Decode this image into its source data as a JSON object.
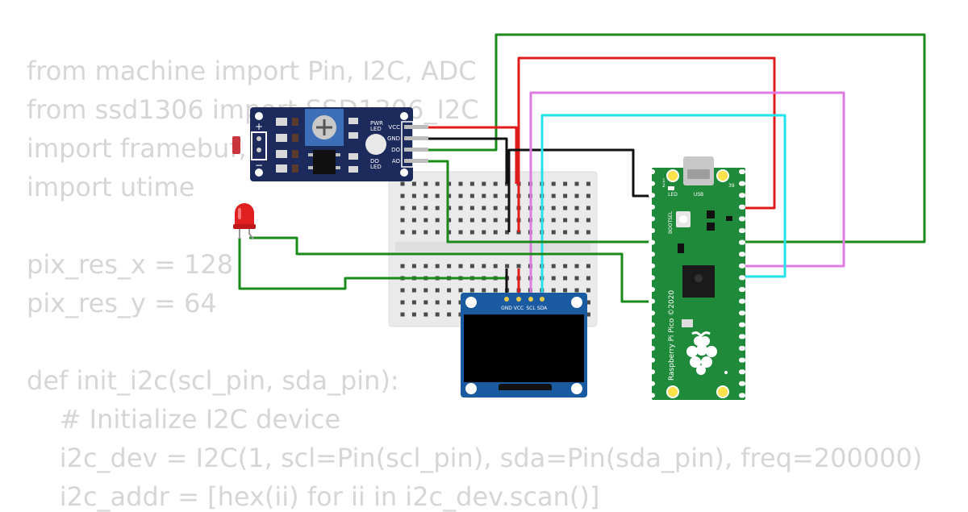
{
  "code_lines": [
    "from machine import Pin, I2C, ADC",
    "from ssd1306 import SSD1306_I2C",
    "import framebuf, sys",
    "import utime",
    "",
    "pix_res_x = 128",
    "pix_res_y = 64",
    "",
    "def init_i2c(scl_pin, sda_pin):",
    "    # Initialize I2C device",
    "    i2c_dev = I2C(1, scl=Pin(scl_pin), sda=Pin(sda_pin), freq=200000)",
    "    i2c_addr = [hex(ii) for ii in i2c_dev.scan()]"
  ],
  "sensor": {
    "pin_labels": [
      "VCC",
      "GND",
      "DO",
      "AO"
    ],
    "pwr_led": [
      "PWR",
      "LED"
    ],
    "do_led": [
      "DO",
      "LED"
    ],
    "plus": "+",
    "minus": "−"
  },
  "oled": {
    "pin_labels": [
      "GND",
      "VCC",
      "SCL",
      "SDA"
    ]
  },
  "pico": {
    "board_text": "Raspberry Pi Pico ©2020",
    "led_label": "LED",
    "usb_label": "USB",
    "bootsel_label": "BOOTSEL",
    "pin1": "1",
    "pin2": "2",
    "pin39": "39"
  },
  "colors": {
    "wire_red": "#e01b1b",
    "wire_black": "#111111",
    "wire_green": "#1a8a1a",
    "wire_pink": "#e07be0",
    "wire_cyan": "#22e3e8",
    "pcb_green": "#1f8a3a",
    "sensor_blue": "#1d2b5c",
    "oled_blue": "#1a5aa0",
    "led_red": "#e02020",
    "code_gray": "#d6d6d6"
  }
}
